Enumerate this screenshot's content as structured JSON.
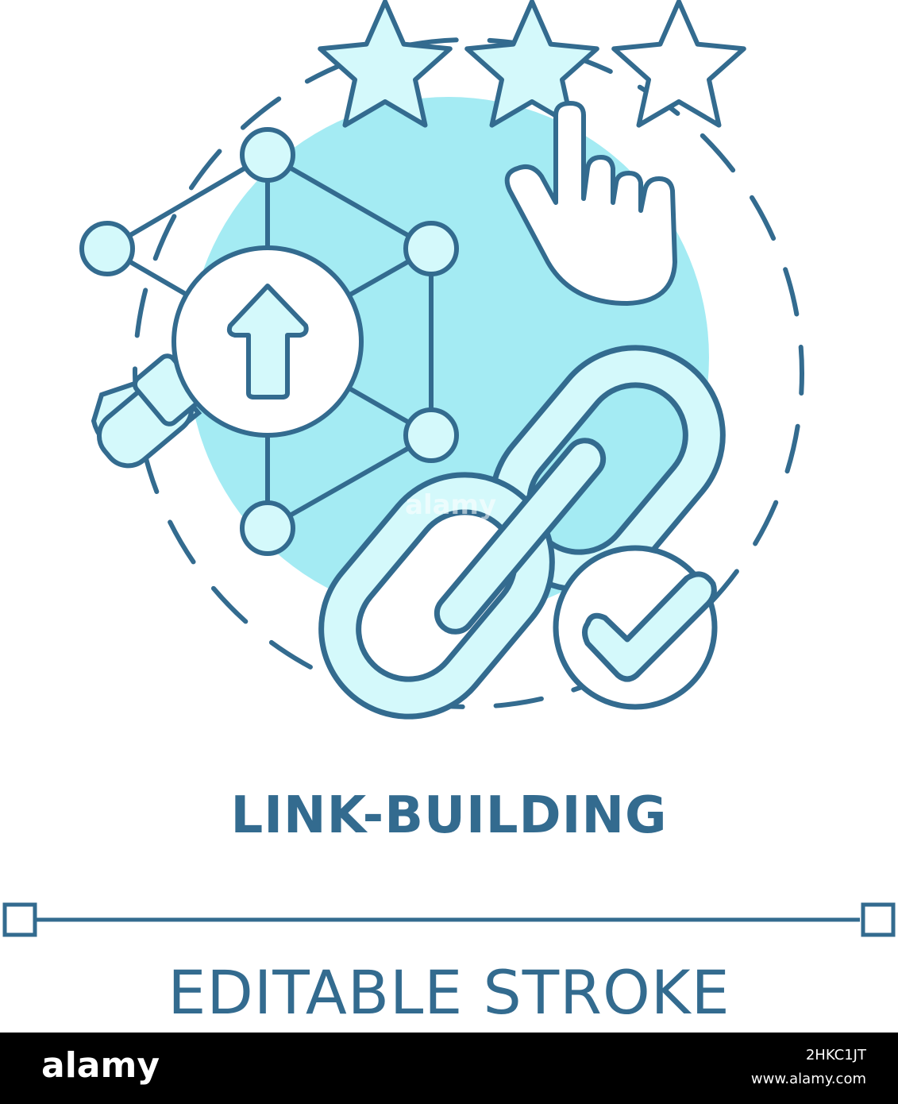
{
  "colors": {
    "stroke": "#336B8F",
    "fill_light": "#D4F9FB",
    "fill_circle": "#A4EBF3",
    "background": "#FFFFFF"
  },
  "rating": {
    "filled_stars": 2,
    "total_stars": 3
  },
  "labels": {
    "title": "LINK-BUILDING",
    "subtitle": "EDITABLE STROKE"
  },
  "watermark": "alamy",
  "footer": {
    "logo": "alamy",
    "image_id": "2HKC1JT",
    "site": "www.alamy.com"
  },
  "icons": [
    "network-icon",
    "magnifier-icon",
    "arrow-up-icon",
    "star-icon",
    "pointing-hand-icon",
    "chain-link-icon",
    "checkmark-icon"
  ]
}
